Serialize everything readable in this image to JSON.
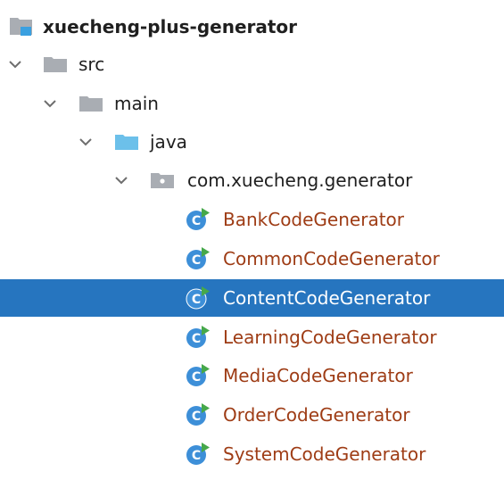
{
  "colors": {
    "selection": "#2675bf",
    "class_text": "#9e3c15",
    "folder_gray": "#a9adb3",
    "folder_blue": "#6cc0ea",
    "module_blue": "#3aa0e0",
    "class_circle": "#3d8fd8",
    "run_arrow": "#46a84a"
  },
  "project_tree": {
    "module": {
      "label": "xuecheng-plus-generator",
      "icon": "module-folder-icon"
    },
    "src": {
      "label": "src",
      "icon": "folder-icon",
      "expanded": true
    },
    "main": {
      "label": "main",
      "icon": "folder-icon",
      "expanded": true
    },
    "java": {
      "label": "java",
      "icon": "source-root-folder-icon",
      "expanded": true
    },
    "package": {
      "label": "com.xuecheng.generator",
      "icon": "package-folder-icon",
      "expanded": true
    },
    "classes": [
      {
        "label": "BankCodeGenerator",
        "icon": "runnable-class-icon",
        "selected": false
      },
      {
        "label": "CommonCodeGenerator",
        "icon": "runnable-class-icon",
        "selected": false
      },
      {
        "label": "ContentCodeGenerator",
        "icon": "runnable-class-icon",
        "selected": true
      },
      {
        "label": "LearningCodeGenerator",
        "icon": "runnable-class-icon",
        "selected": false
      },
      {
        "label": "MediaCodeGenerator",
        "icon": "runnable-class-icon",
        "selected": false
      },
      {
        "label": "OrderCodeGenerator",
        "icon": "runnable-class-icon",
        "selected": false
      },
      {
        "label": "SystemCodeGenerator",
        "icon": "runnable-class-icon",
        "selected": false
      }
    ]
  }
}
